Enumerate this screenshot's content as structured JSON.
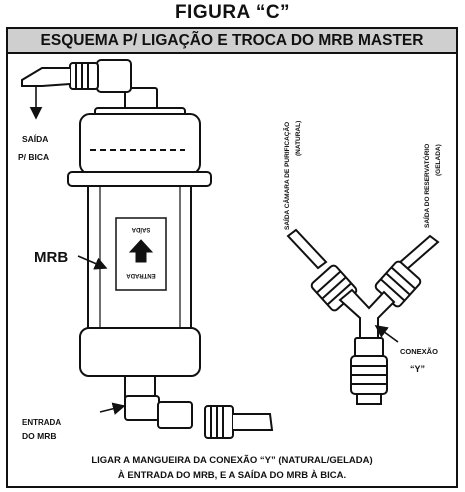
{
  "figure": {
    "title": "FIGURA “C”"
  },
  "header": {
    "title": "ESQUEMA P/ LIGAÇÃO E TROCA DO MRB MASTER"
  },
  "labels": {
    "saida_bica_1": "SAÍDA",
    "saida_bica_2": "P/ BICA",
    "mrb": "MRB",
    "entrada_mrb_1": "ENTRADA",
    "entrada_mrb_2": "DO MRB",
    "saida_camara_1": "SAÍDA CÂMARA DE PURIFICAÇÃO",
    "saida_camara_2": "(NATURAL)",
    "saida_reservatorio_1": "SAÍDA DO RESERVATÓRIO",
    "saida_reservatorio_2": "(GELADA)",
    "conexao_1": "CONEXÃO",
    "conexao_2": "“Y”",
    "filter_label_1": "ENTRADA",
    "filter_label_2": "SAÍDA"
  },
  "instructions": {
    "line1": "LIGAR A MANGUEIRA DA CONEXÃO “Y” (NATURAL/GELADA)",
    "line2": "À ENTRADA DO MRB, E A SAÍDA DO MRB À BICA."
  }
}
